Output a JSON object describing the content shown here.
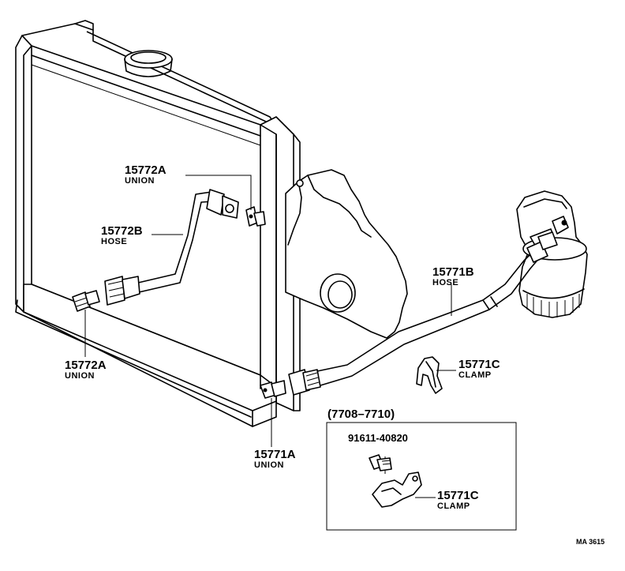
{
  "callouts": [
    {
      "id": "union_top",
      "part": "15772A",
      "desc": "UNION"
    },
    {
      "id": "hose_left",
      "part": "15772B",
      "desc": "HOSE"
    },
    {
      "id": "union_left",
      "part": "15772A",
      "desc": "UNION"
    },
    {
      "id": "union_bottom",
      "part": "15771A",
      "desc": "UNION"
    },
    {
      "id": "hose_right",
      "part": "15771B",
      "desc": "HOSE"
    },
    {
      "id": "clamp_main",
      "part": "15771C",
      "desc": "CLAMP"
    }
  ],
  "inset": {
    "range": "(7708–7710)",
    "bolt": "91611-40820",
    "clamp_part": "15771C",
    "clamp_desc": "CLAMP"
  },
  "diagram_ref": "MA 3615"
}
